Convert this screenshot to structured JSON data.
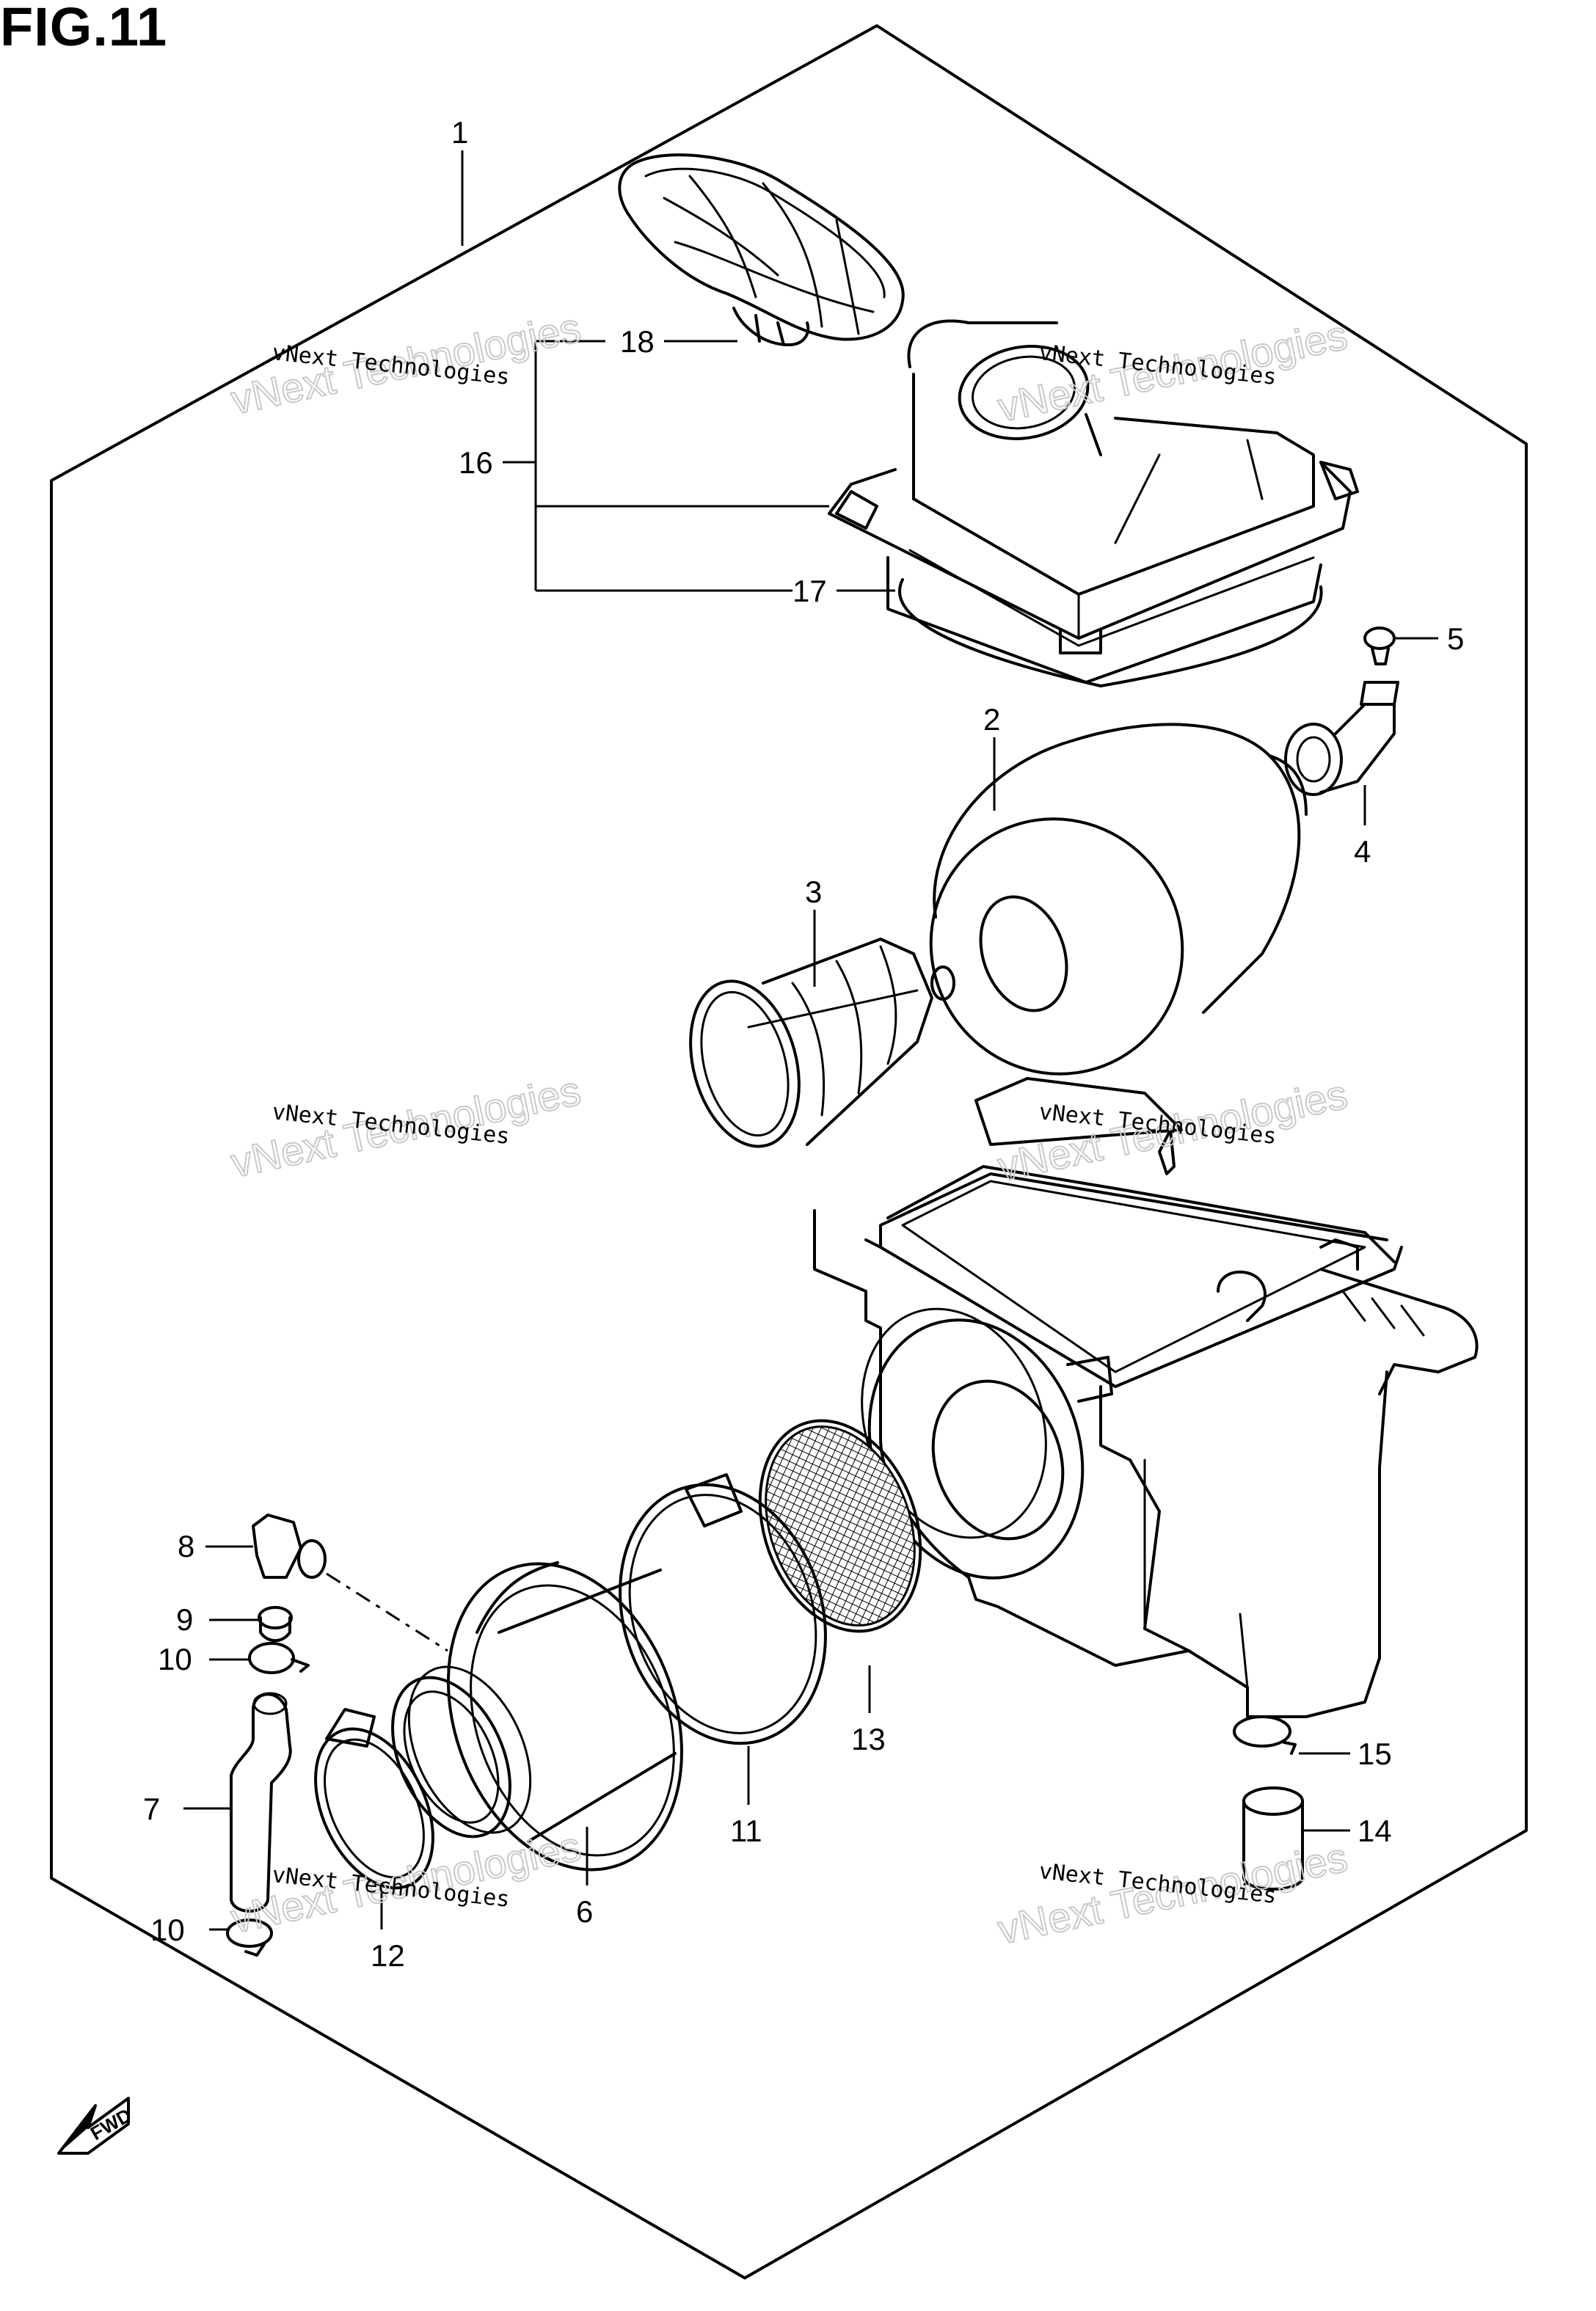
{
  "figure": {
    "title": "FIG.11"
  },
  "callouts": [
    "1",
    "2",
    "3",
    "4",
    "5",
    "6",
    "7",
    "8",
    "9",
    "10",
    "10",
    "11",
    "12",
    "13",
    "14",
    "15",
    "16",
    "17",
    "18"
  ],
  "watermark": {
    "line1": "vNext Technologies",
    "line2": "vNext Technologies"
  },
  "fwd_label": "FWD"
}
